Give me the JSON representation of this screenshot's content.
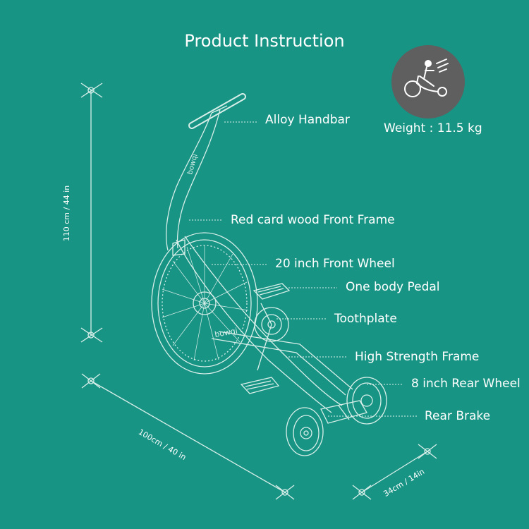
{
  "title": "Product Instruction",
  "weight": "Weight : 11.5 kg",
  "labels": {
    "handbar": "Alloy Handbar",
    "front_frame": "Red card wood Front Frame",
    "front_wheel": "20 inch Front Wheel",
    "pedal": "One body Pedal",
    "toothplate": "Toothplate",
    "frame": "High Strength Frame",
    "rear_wheel": "8 inch Rear Wheel",
    "rear_brake": "Rear Brake"
  },
  "dimensions": {
    "height": "110 cm / 44 in",
    "length": "100cm / 40 in",
    "width": "34cm / 14in"
  },
  "brand": "bowqi",
  "colors": {
    "background": "#189485",
    "line": "#d8efe9",
    "badge": "#5f5f5f"
  },
  "icons": [
    "rider-icon"
  ]
}
